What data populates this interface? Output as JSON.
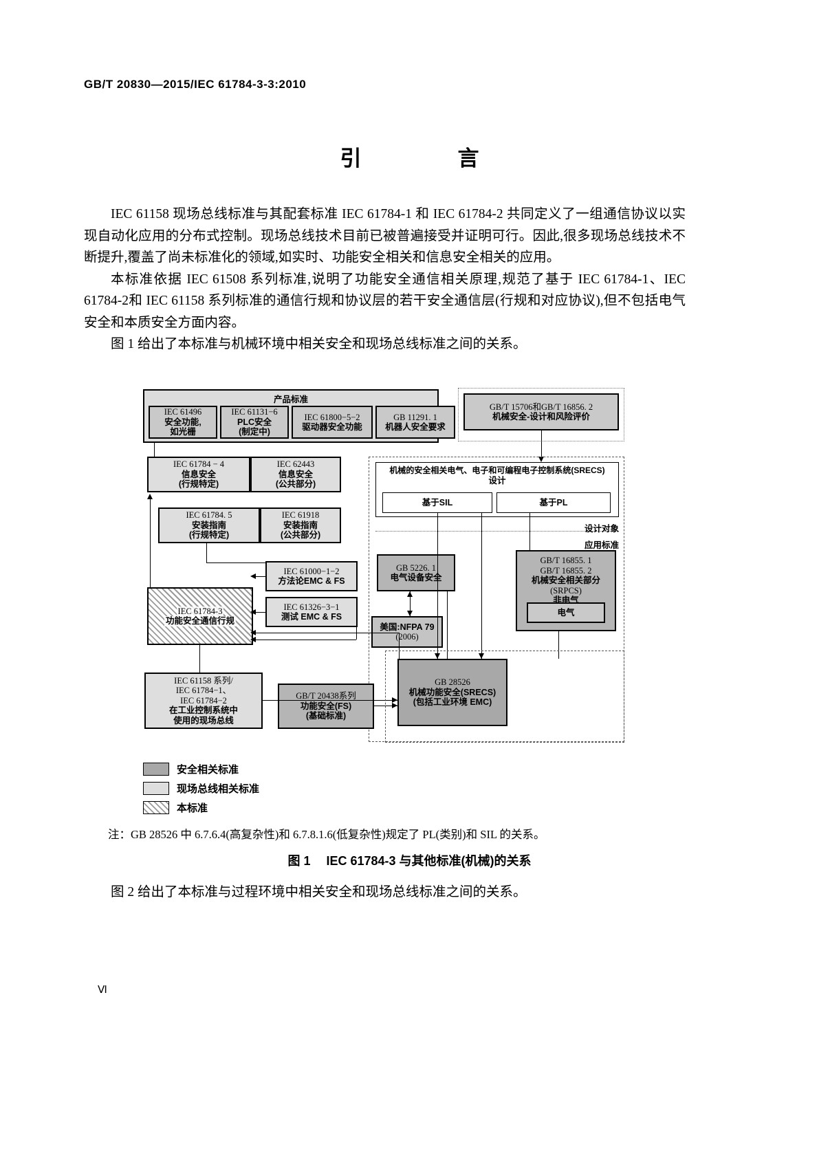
{
  "header": {
    "running_head": "GB/T 20830—2015/IEC 61784-3-3:2010"
  },
  "title": "引　　言",
  "paragraphs": [
    "IEC 61158 现场总线标准与其配套标准 IEC 61784-1 和 IEC 61784-2 共同定义了一组通信协议以实现自动化应用的分布式控制。现场总线技术目前已被普遍接受并证明可行。因此,很多现场总线技术不断提升,覆盖了尚未标准化的领域,如实时、功能安全相关和信息安全相关的应用。",
    "本标准依据 IEC 61508 系列标准,说明了功能安全通信相关原理,规范了基于 IEC 61784-1、IEC 61784-2和 IEC 61158 系列标准的通信行规和协议层的若干安全通信层(行规和对应协议),但不包括电气安全和本质安全方面内容。",
    "图 1 给出了本标准与机械环境中相关安全和现场总线标准之间的关系。"
  ],
  "figure": {
    "product_group_label": "产品标准",
    "product_boxes": [
      {
        "l1": "IEC  61496",
        "l2": "安全功能,",
        "l3": "如光栅"
      },
      {
        "l1": "IEC 61131−6",
        "l2": "PLC安全",
        "l3": "(制定中)"
      },
      {
        "l1": "IEC 61800−5−2",
        "l2": "驱动器安全功能",
        "l3": ""
      },
      {
        "l1": "GB 11291. 1",
        "l2": "机器人安全要求",
        "l3": ""
      }
    ],
    "risk_box": {
      "l1": "GB/T 15706和GB/T 16856. 2",
      "l2": "机械安全‐设计和风险评价"
    },
    "srecs": {
      "title_l1": "机械的安全相关电气、电子和可编程电子控制系统(SRECS)",
      "title_l2": "设计",
      "sil_label": "基于SIL",
      "pl_label": "基于PL",
      "design_object_label": "设计对象",
      "application_std_label": "应用标准"
    },
    "security_boxes": [
      {
        "l1": "IEC  61784 − 4",
        "l2": "信息安全",
        "l3": "(行规特定)"
      },
      {
        "l1": "IEC  62443",
        "l2": "信息安全",
        "l3": "(公共部分)"
      }
    ],
    "install_boxes": [
      {
        "l1": "IEC 61784. 5",
        "l2": "安装指南",
        "l3": "(行规特定)"
      },
      {
        "l1": "IEC 61918",
        "l2": "安装指南",
        "l3": "(公共部分)"
      }
    ],
    "emc_boxes": [
      {
        "l1": "IEC 61000−1−2",
        "l2": "方法论EMC & FS",
        "l3": ""
      },
      {
        "l1": "IEC 61326−3−1",
        "l2": "测试 EMC & FS",
        "l3": ""
      }
    ],
    "this_standard": {
      "l1": "IEC 61784-3",
      "l2": "功能安全通信行规"
    },
    "fieldbus_box": {
      "l1": "IEC 61158  系列/",
      "l2": "IEC 61784−1、",
      "l3": "IEC 61784−2",
      "l4": "在工业控制系统中",
      "l5": "使用的现场总线"
    },
    "fs_base_box": {
      "l1": "GB/T 20438系列",
      "l2": "功能安全(FS)",
      "l3": "(基础标准)"
    },
    "electrical_eq_box": {
      "l1": "GB 5226. 1",
      "l2": "电气设备安全"
    },
    "nfpa_box": {
      "l1": "美国:NFPA 79",
      "l2": "(2006)"
    },
    "srpcs_box": {
      "l1": "GB/T 16855. 1",
      "l2": "GB/T 16855. 2",
      "l3": "机械安全相关部分",
      "l4": "(SRPCS)",
      "l5": "非电气"
    },
    "electrical_box": {
      "l1": "电气"
    },
    "gb28526_box": {
      "l1": "GB 28526",
      "l2": "机械功能安全(SRECS)",
      "l3": "(包括工业环境 EMC)"
    },
    "legend": [
      {
        "swatch": "safety",
        "label": "安全相关标准",
        "color": "#a8a8a8"
      },
      {
        "swatch": "fieldbus",
        "label": "现场总线相关标准",
        "color": "#dedede"
      },
      {
        "swatch": "this",
        "label": "本标准",
        "color": "hatched"
      }
    ],
    "note": "注：GB 28526 中 6.7.6.4(高复杂性)和 6.7.8.1.6(低复杂性)规定了 PL(类别)和 SIL 的关系。",
    "caption": "图 1　 IEC 61784-3 与其他标准(机械)的关系"
  },
  "after_figure_text": "图 2 给出了本标准与过程环境中相关安全和现场总线标准之间的关系。",
  "folio": "Ⅵ"
}
